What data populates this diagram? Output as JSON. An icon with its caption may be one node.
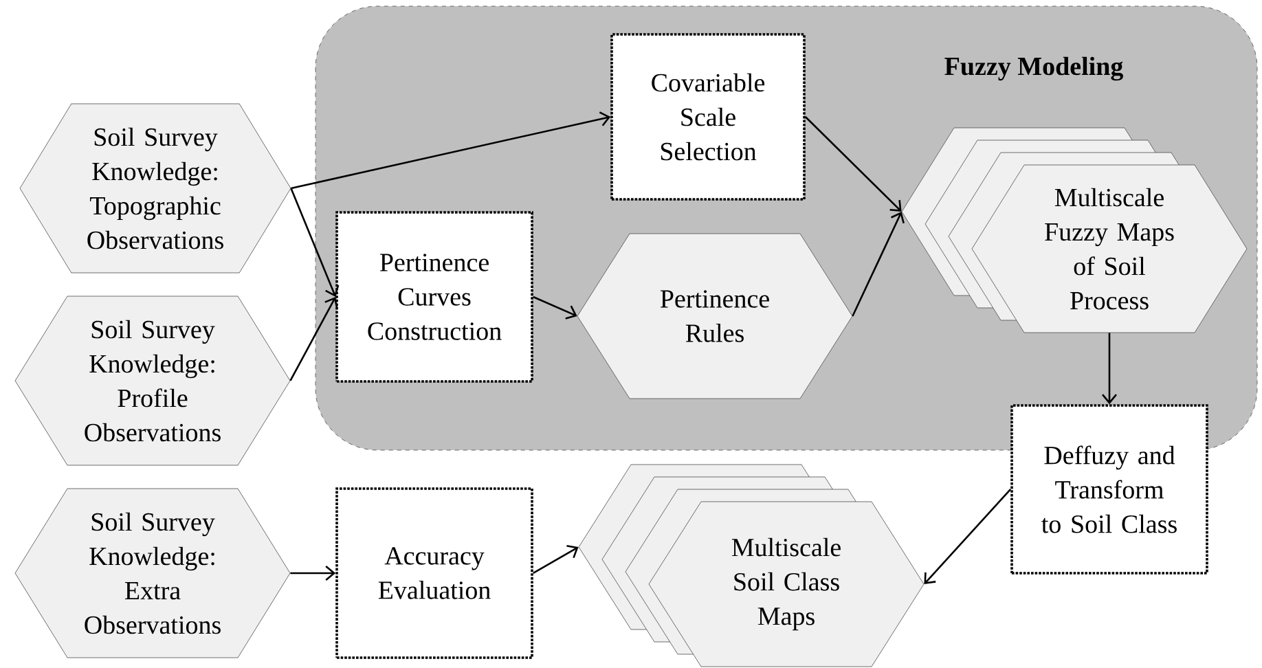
{
  "diagram": {
    "nodes": [
      {
        "text": [
          "Fuzzy Modeling"
        ]
      },
      {
        "text": [
          "Soil Survey Knowledge: Topographic Observations"
        ]
      },
      {
        "text": [
          "Soil Survey Knowledge: Profile Observations"
        ]
      },
      {
        "text": [
          "Soil Survey Knowledge: Extra Observations"
        ]
      },
      {
        "text": [
          "Covariable Scale Selection"
        ],
        "in": 0
      },
      {
        "text": [
          "Pertinence Curves Construction"
        ],
        "in": 0
      },
      {
        "text": [
          "Pertinence Rules"
        ],
        "in": 0
      },
      {
        "text": [
          "Multiscale Fuzzy Maps of Soil Process"
        ],
        "in": 0
      },
      {
        "text": [
          "Deffuzy and Transform to Soil Class"
        ]
      },
      {
        "text": [
          "Accuracy Evaluation"
        ]
      },
      {
        "text": [
          "Multiscale Soil Class Maps"
        ]
      }
    ],
    "edges": [
      {
        "from": 1,
        "to": 4,
        "arrow": "to"
      },
      {
        "from": 1,
        "to": 5,
        "arrow": "to"
      },
      {
        "from": 2,
        "to": 5,
        "arrow": "to"
      },
      {
        "from": 5,
        "to": 6,
        "arrow": "to"
      },
      {
        "from": 4,
        "to": 7,
        "arrow": "to"
      },
      {
        "from": 6,
        "to": 7,
        "arrow": "to"
      },
      {
        "from": 7,
        "to": 8,
        "arrow": "to"
      },
      {
        "from": 8,
        "to": 10,
        "arrow": "to"
      },
      {
        "from": 3,
        "to": 9,
        "arrow": "to"
      },
      {
        "from": 9,
        "to": 10,
        "arrow": "to"
      }
    ]
  }
}
